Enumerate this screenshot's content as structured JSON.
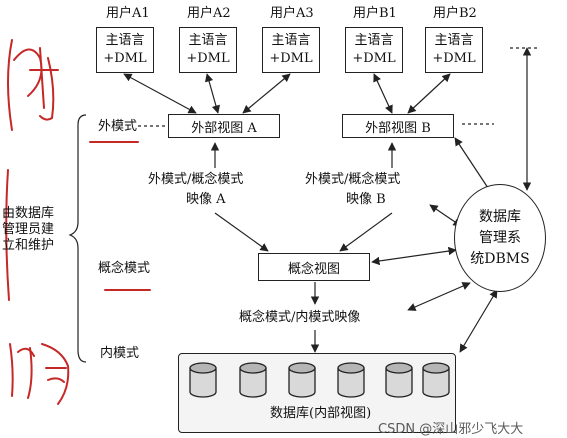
{
  "users": [
    {
      "name": "用户A1",
      "line1": "主语言",
      "line2": "+DML"
    },
    {
      "name": "用户A2",
      "line1": "主语言",
      "line2": "+DML"
    },
    {
      "name": "用户A3",
      "line1": "主语言",
      "line2": "+DML"
    },
    {
      "name": "用户B1",
      "line1": "主语言",
      "line2": "+DML"
    },
    {
      "name": "用户B2",
      "line1": "主语言",
      "line2": "+DML"
    }
  ],
  "external_views": {
    "a": "外部视图 A",
    "b": "外部视图 B"
  },
  "mappings": {
    "ext_concept_a": {
      "line1": "外模式/概念模式",
      "line2": "映像 A"
    },
    "ext_concept_b": {
      "line1": "外模式/概念模式",
      "line2": "映像 B"
    },
    "concept_internal": "概念模式/内模式映像"
  },
  "conceptual_view": "概念视图",
  "dbms": {
    "line1": "数据库",
    "line2": "管理系",
    "line3": "统DBMS"
  },
  "database_label": "数据库(内部视图)",
  "levels": {
    "external": "外模式",
    "conceptual": "概念模式",
    "internal": "内模式"
  },
  "side_note": [
    "由数据库",
    "管理员建",
    "立和维护"
  ],
  "watermark": "CSDN @深山邪少飞大大",
  "colors": {
    "annotation": "#c62828",
    "line": "#222222"
  }
}
